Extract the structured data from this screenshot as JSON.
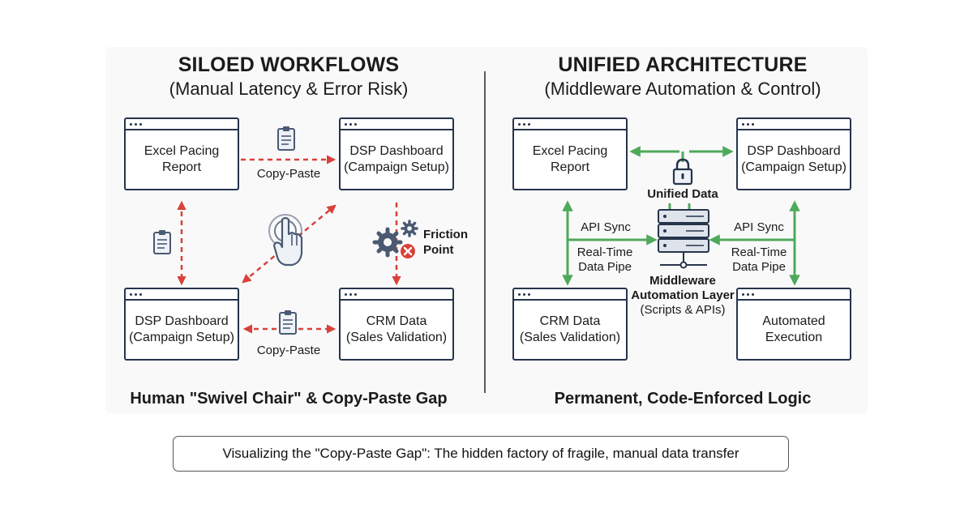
{
  "left": {
    "title": "SILOED WORKFLOWS",
    "subtitle": "(Manual Latency & Error Risk)",
    "footer": "Human \"Swivel Chair\" & Copy-Paste Gap",
    "nodes": {
      "excel": {
        "line1": "Excel Pacing",
        "line2": "Report"
      },
      "dsp_top": {
        "line1": "DSP Dashboard",
        "line2": "(Campaign Setup)"
      },
      "dsp_bottom": {
        "line1": "DSP Dashboard",
        "line2": "(Campaign Setup)"
      },
      "crm": {
        "line1": "CRM Data",
        "line2": "(Sales Validation)"
      }
    },
    "labels": {
      "copy_paste_top": "Copy-Paste",
      "copy_paste_bottom": "Copy-Paste",
      "friction_1": "Friction",
      "friction_2": "Point"
    }
  },
  "right": {
    "title": "UNIFIED ARCHITECTURE",
    "subtitle": "(Middleware Automation & Control)",
    "footer": "Permanent, Code-Enforced Logic",
    "nodes": {
      "excel": {
        "line1": "Excel Pacing",
        "line2": "Report"
      },
      "dsp": {
        "line1": "DSP Dashboard",
        "line2": "(Campaign Setup)"
      },
      "crm": {
        "line1": "CRM Data",
        "line2": "(Sales Validation)"
      },
      "auto": {
        "line1": "Automated",
        "line2": "Execution"
      }
    },
    "labels": {
      "unified_data": "Unified Data",
      "api_sync_left": "API Sync",
      "api_sync_right": "API Sync",
      "pipe_left_1": "Real-Time",
      "pipe_left_2": "Data Pipe",
      "pipe_right_1": "Real-Time",
      "pipe_right_2": "Data Pipe",
      "middleware_1": "Middleware",
      "middleware_2": "Automation Layer",
      "middleware_3": "(Scripts & APIs)"
    }
  },
  "caption": "Visualizing the \"Copy-Paste Gap\": The hidden factory of fragile, manual data transfer",
  "colors": {
    "red": "#d9413a",
    "green": "#4fa95a",
    "navy": "#26344b",
    "gear": "#4a5a72"
  },
  "icons": [
    "clipboard-icon",
    "hand-pointer-icon",
    "gear-icon",
    "error-x-icon",
    "padlock-icon",
    "server-icon"
  ]
}
